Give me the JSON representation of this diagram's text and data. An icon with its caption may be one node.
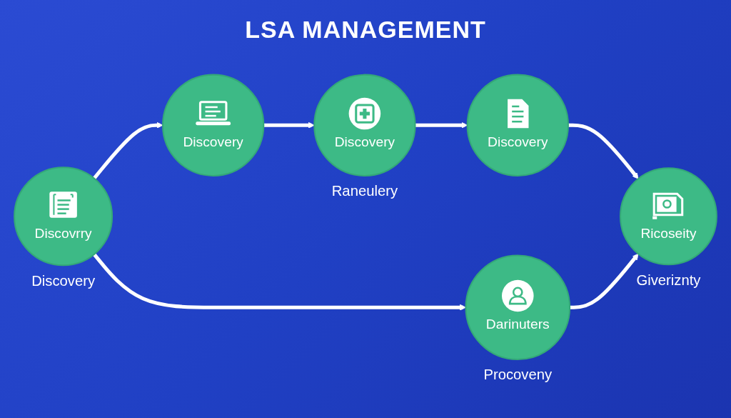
{
  "diagram": {
    "title": "LSA MANAGEMENT",
    "nodes": [
      {
        "text": [
          "Discovery"
        ]
      },
      {
        "text": [
          "Discovery"
        ],
        "beside": [
          "Raneulery"
        ]
      },
      {
        "text": [
          "Discovery"
        ]
      },
      {
        "text": [
          "Discovrry"
        ],
        "beside": [
          "Discovery"
        ]
      },
      {
        "text": [
          "Darinuters"
        ],
        "beside": [
          "Procoveny"
        ]
      },
      {
        "text": [
          "Ricoseity"
        ],
        "beside": [
          "Giveriznty"
        ]
      }
    ],
    "edges": [
      {
        "from": 0,
        "to": 1,
        "arrow": "to"
      },
      {
        "from": 1,
        "to": 2,
        "arrow": "to"
      },
      {
        "from": 2,
        "to": 5,
        "arrow": "to"
      },
      {
        "from": 3,
        "to": 0,
        "arrow": "to"
      },
      {
        "from": 3,
        "to": 4,
        "arrow": "to"
      },
      {
        "from": 4,
        "to": 5,
        "arrow": "to"
      }
    ]
  }
}
